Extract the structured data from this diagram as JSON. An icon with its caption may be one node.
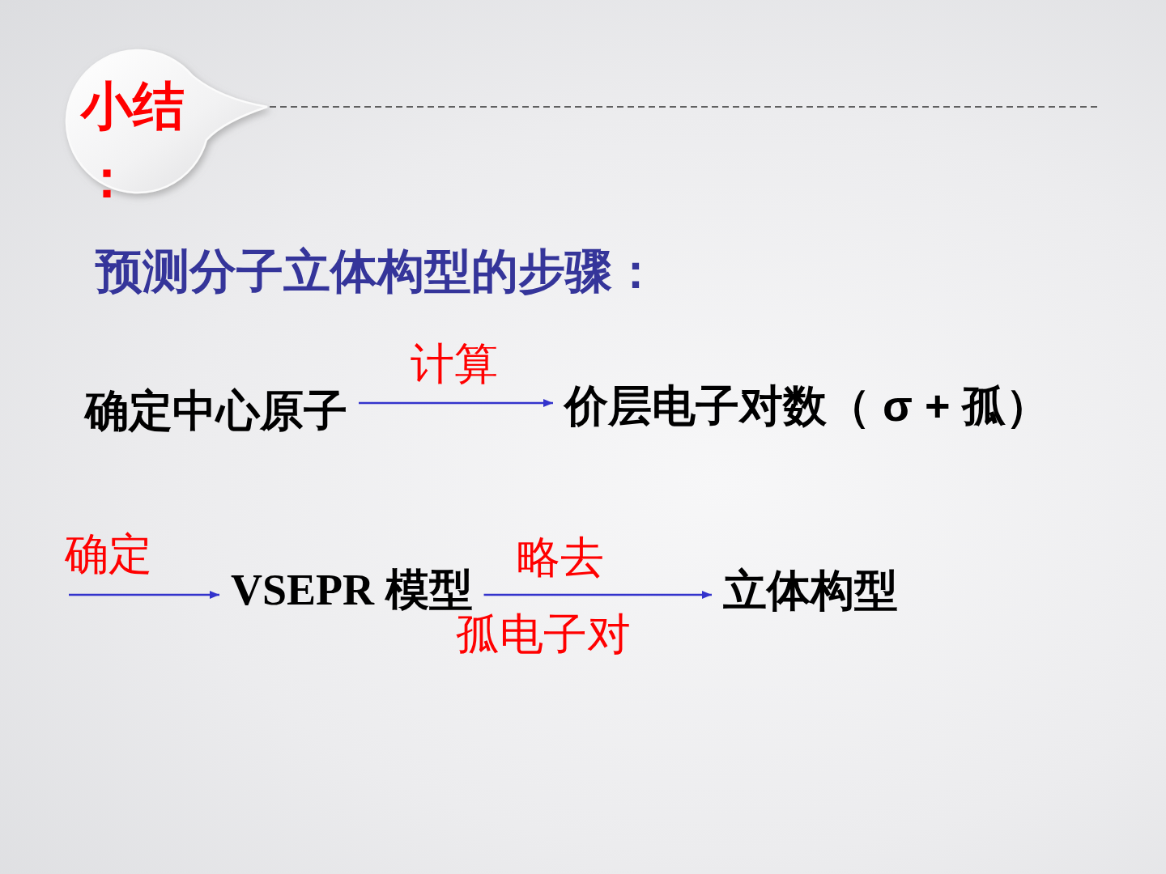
{
  "diagram": {
    "title": "预测分子立体构型的步骤：",
    "nodes": [
      {
        "text": [
          "小结："
        ]
      },
      {
        "text": [
          "确定中心原子"
        ]
      },
      {
        "text": [
          "价层电子对数（ σ + 孤）"
        ]
      },
      {
        "text": [
          "VSEPR 模型"
        ]
      },
      {
        "text": [
          "立体构型"
        ]
      }
    ],
    "edges": [
      {
        "from": 1,
        "to": 2,
        "arrow": "to",
        "label": "计算"
      },
      {
        "from": null,
        "to": 3,
        "arrow": "to",
        "label": "确定"
      },
      {
        "from": 3,
        "to": 4,
        "arrow": "to",
        "label": "略去"
      }
    ],
    "labels": [
      "孤电子对"
    ]
  }
}
